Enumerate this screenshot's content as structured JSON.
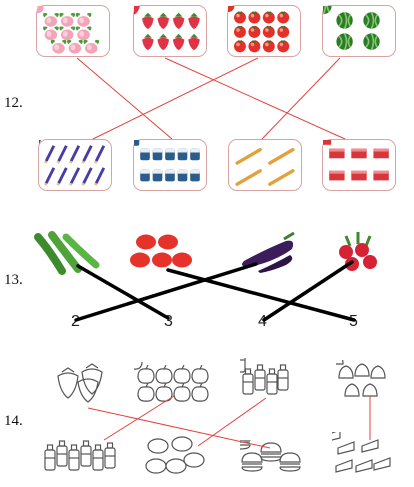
{
  "questions": {
    "q12": {
      "label": "12."
    },
    "q13": {
      "label": "13.",
      "numbers": [
        "2",
        "3",
        "4",
        "5"
      ]
    },
    "q14": {
      "label": "14."
    }
  },
  "icons": {
    "q12_top": [
      "peach-group-icon",
      "strawberry-group-icon",
      "tomato-group-icon",
      "watermelon-group-icon"
    ],
    "q12_bottom": [
      "pencil-group-icon",
      "battery-group-icon",
      "stick-group-icon",
      "box-group-icon"
    ],
    "q13_top": [
      "green-bean-icon",
      "tomato-icon",
      "eggplant-icon",
      "radish-icon"
    ],
    "q14_top": [
      "strawberry-outline-icon",
      "apple-outline-icon",
      "bottle-outline-icon",
      "cake-outline-icon"
    ],
    "q14_bottom": [
      "bottle-group-outline-icon",
      "potato-outline-icon",
      "burger-outline-icon",
      "cake-slice-outline-icon"
    ]
  },
  "colors": {
    "card_border": "#d9a3a3",
    "red_line": "#e2423c",
    "black_line": "#000000"
  }
}
